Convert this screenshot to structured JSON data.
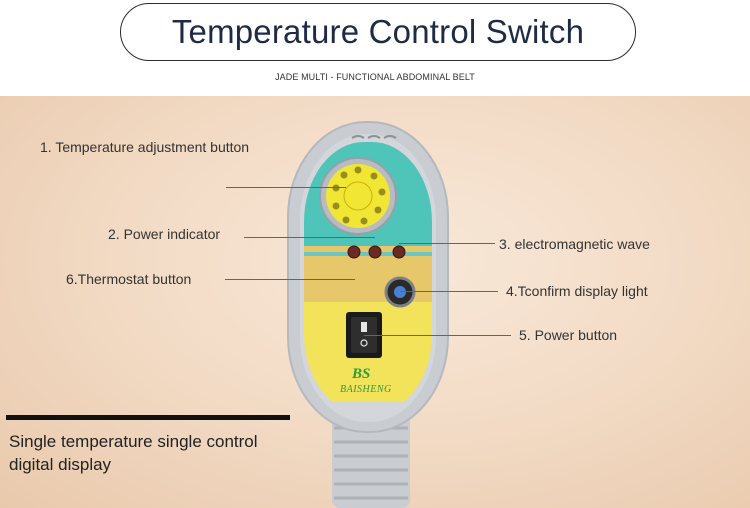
{
  "header": {
    "title": "Temperature Control Switch",
    "subtitle": "JADE MULTI - FUNCTIONAL ABDOMINAL BELT"
  },
  "callouts": {
    "temp_adjust": "1. Temperature adjustment button",
    "power_indicator": "2. Power indicator",
    "em_wave": "3. electromagnetic wave",
    "confirm_light": "4.Tconfirm display light",
    "power_button": "5. Power button",
    "thermostat": "6.Thermostat button"
  },
  "device": {
    "brand_logo": "BS",
    "brand_name": "BAISHENG"
  },
  "footer": {
    "line1": "Single temperature single control",
    "line2": "digital display"
  },
  "colors": {
    "accent_line": "#d9323a",
    "device_body": "#c9ccd1",
    "panel_teal": "#4fc4b8",
    "panel_yellow": "#f2e35a",
    "brand_green": "#2f9a3c"
  }
}
